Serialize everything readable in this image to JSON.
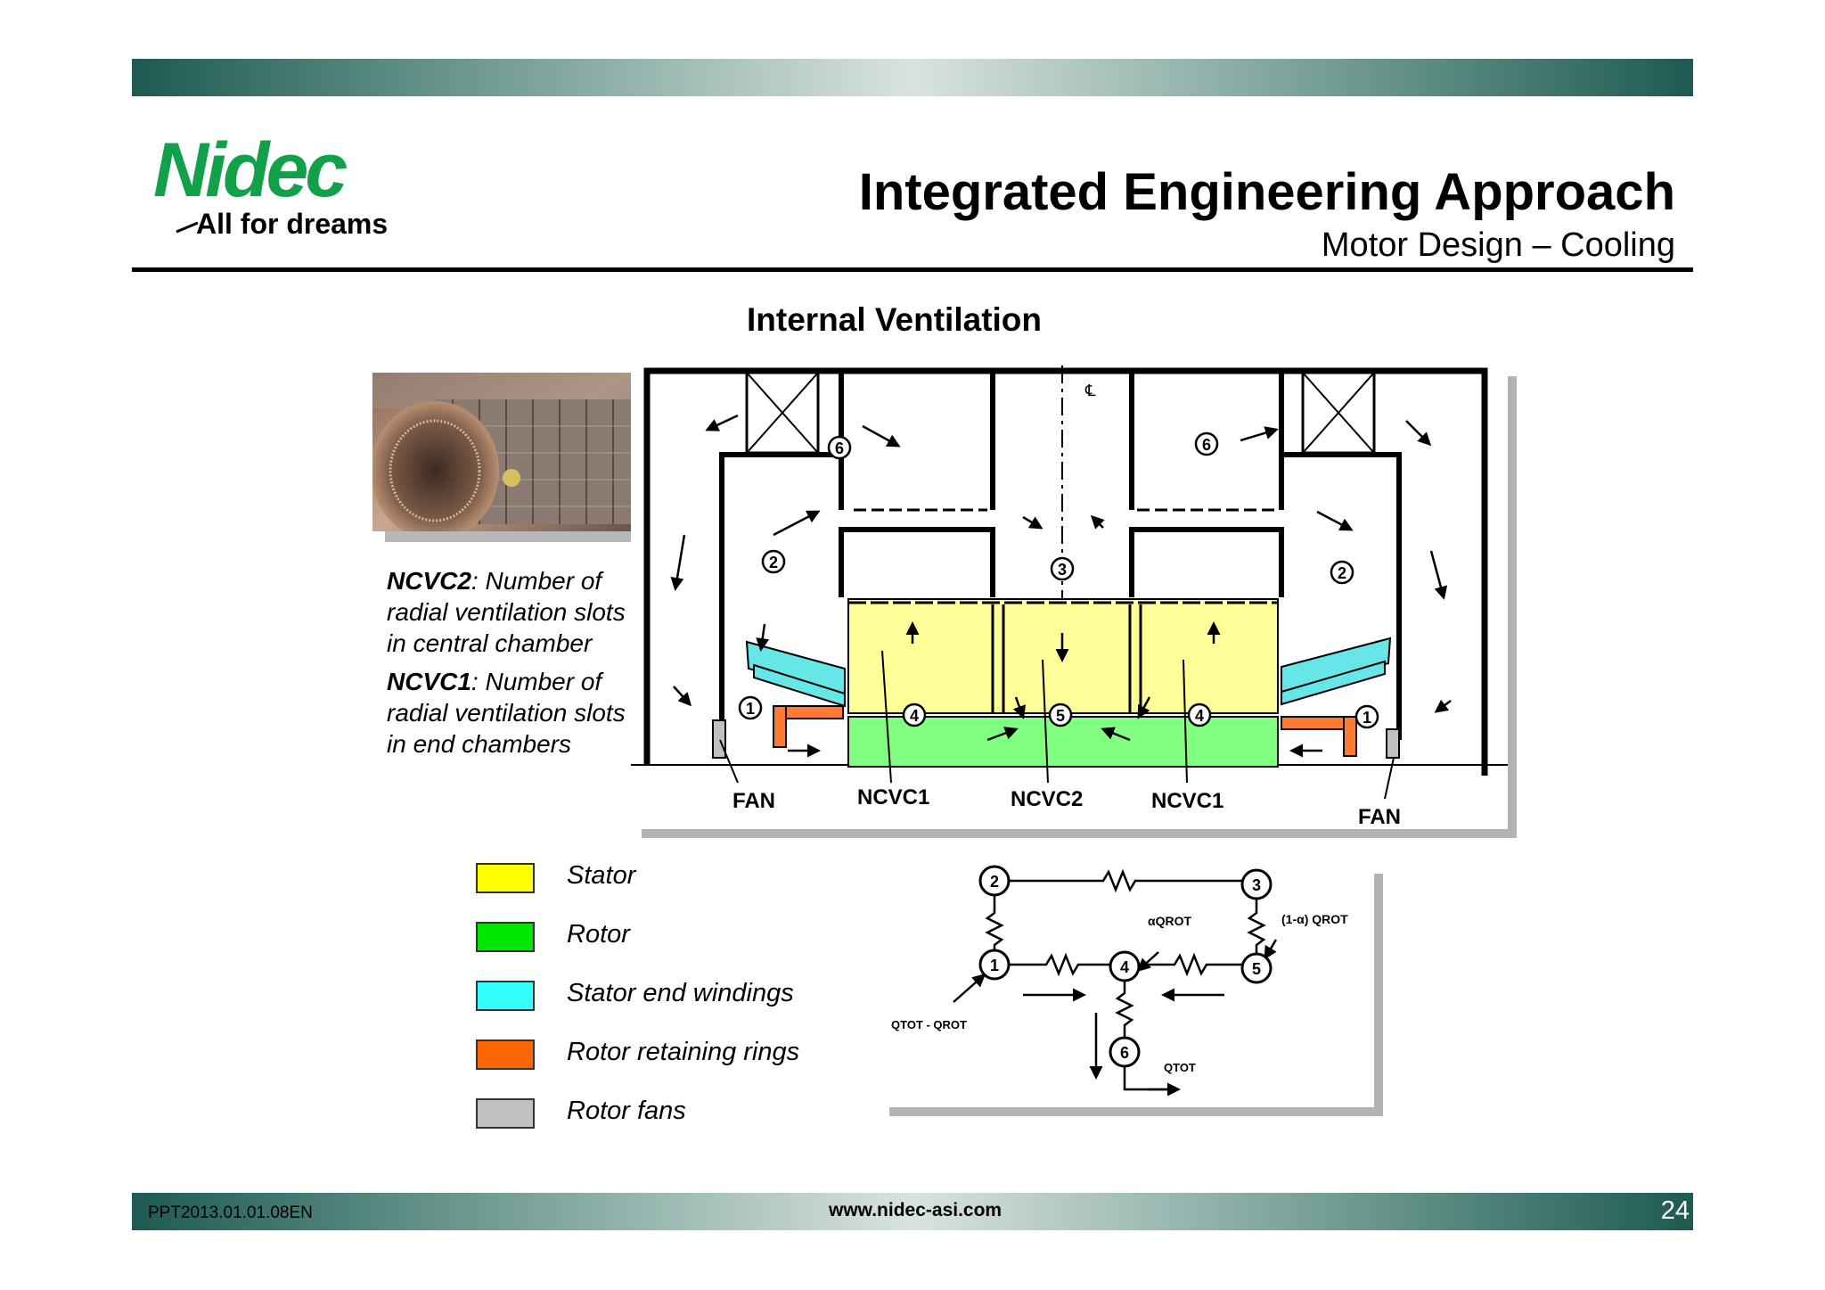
{
  "header": {
    "brand": "Nidec",
    "tagline": "All for dreams",
    "title": "Integrated Engineering Approach",
    "subtitle": "Motor Design – Cooling"
  },
  "section_title": "Internal Ventilation",
  "description": {
    "ncvc2_term": "NCVC2",
    "ncvc2_text": ": Number of radial ventilation slots in central chamber",
    "ncvc1_term": "NCVC1",
    "ncvc1_text": ": Number of radial ventilation slots in end chambers"
  },
  "diagram_labels": {
    "fan_left": "FAN",
    "ncvc1_left": "NCVC1",
    "ncvc2": "NCVC2",
    "ncvc1_right": "NCVC1",
    "fan_right": "FAN",
    "centerline": "℄",
    "nodes": [
      "1",
      "2",
      "3",
      "4",
      "5",
      "6"
    ]
  },
  "legend": [
    {
      "label": "Stator",
      "color": "#ffff00"
    },
    {
      "label": "Rotor",
      "color": "#00e600"
    },
    {
      "label": "Stator end windings",
      "color": "#33ffff"
    },
    {
      "label": "Rotor retaining rings",
      "color": "#ff6600"
    },
    {
      "label": "Rotor fans",
      "color": "#c0c0c0"
    }
  ],
  "network_labels": {
    "alpha_q_rot": "αQROT",
    "one_minus_alpha_q_rot": "(1-α) QROT",
    "q_tot_minus_q_rot": "QTOT - QROT",
    "q_tot": "QTOT",
    "nodes": [
      "1",
      "2",
      "3",
      "4",
      "5",
      "6"
    ]
  },
  "footer": {
    "code": "PPT2013.01.01.08EN",
    "url": "www.nidec-asi.com",
    "page": "24"
  },
  "colors": {
    "brand_green": "#12a04a",
    "bar_dark": "#1e5a52",
    "stator": "#ffff99",
    "rotor": "#80ff80",
    "end_windings": "#66e6e6",
    "retaining_rings": "#ff7a33"
  }
}
